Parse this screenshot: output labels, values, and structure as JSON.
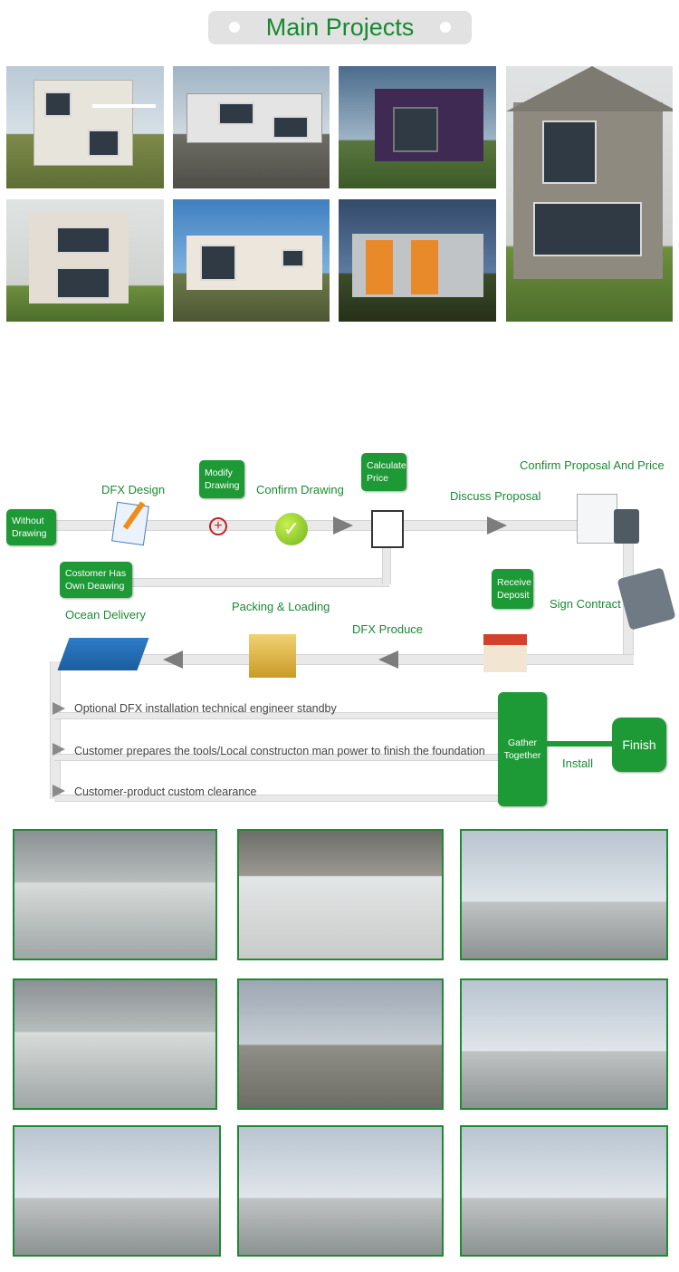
{
  "header": {
    "title": "Main Projects"
  },
  "process": {
    "without_drawing": "Without Drawing",
    "dfx_design": "DFX Design",
    "modify_drawing": "Modify Drawing",
    "confirm_drawing": "Confirm Drawing",
    "calculate_price": "Calculate Price",
    "discuss_proposal": "Discuss Proposal",
    "confirm_proposal": "Confirm Proposal And Price",
    "customer_has_drawing": "Costomer Has Own Deawing",
    "receive_deposit": "Receive Deposit",
    "sign_contract": "Sign Contract",
    "packing_loading": "Packing & Loading",
    "ocean_delivery": "Ocean Delivery",
    "dfx_produce": "DFX Produce",
    "optional_engineer": "Optional DFX installation technical engineer standby",
    "customer_tools": "Customer prepares the tools/Local constructon man power to finish the foundation",
    "custom_clearance": "Customer-product custom clearance",
    "gather_together": "Gather Together",
    "install": "Install",
    "finish": "Finish"
  },
  "colors": {
    "brand_green": "#1d9a36",
    "title_green": "#168a2e",
    "pill_grey": "#e2e2e2"
  }
}
